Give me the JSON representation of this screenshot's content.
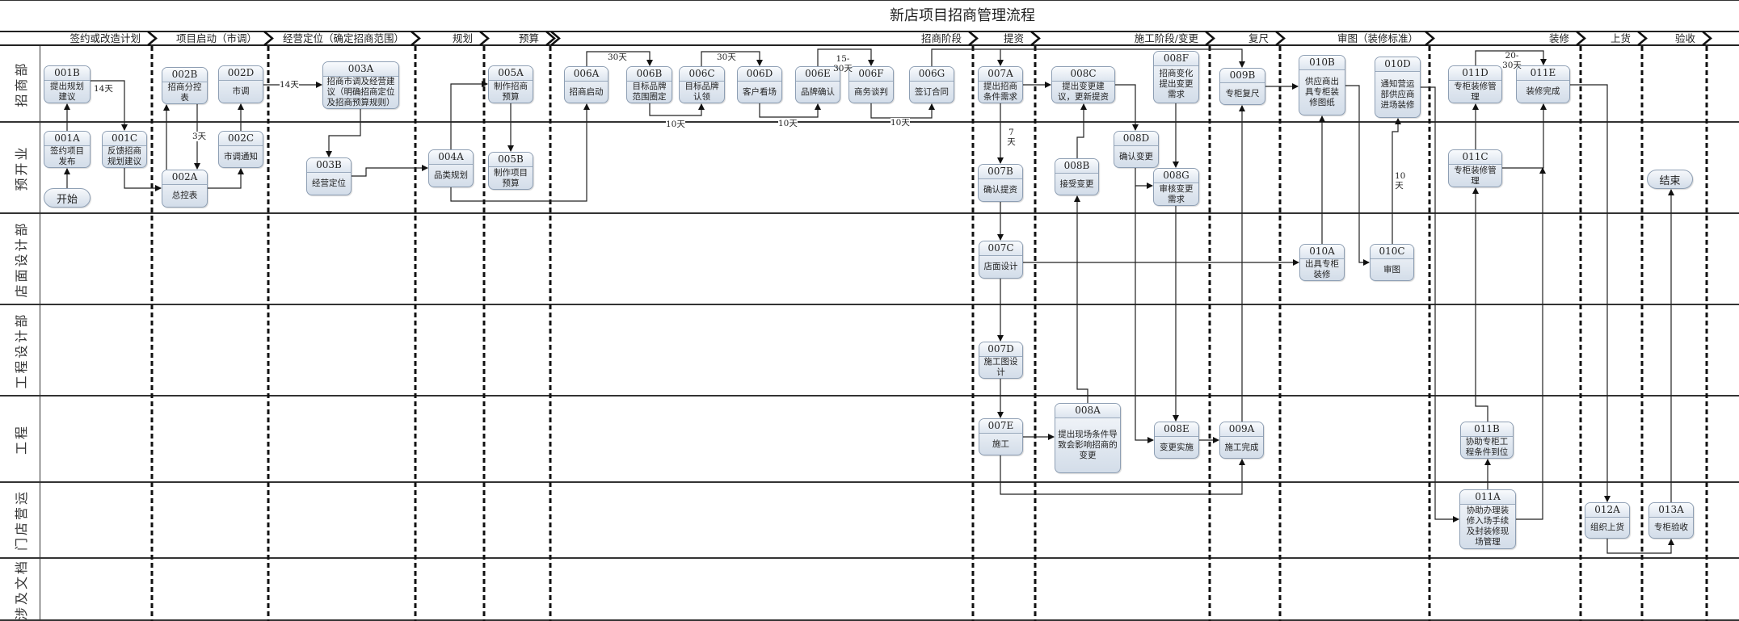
{
  "title": "新店项目招商管理流程",
  "phases": [
    "签约或改造计划",
    "项目启动（市调）",
    "经营定位（确定招商范围）",
    "规划",
    "预算",
    "招商阶段",
    "提资",
    "施工阶段/变更",
    "复尺",
    "审图（装修标准）",
    "装修",
    "上货",
    "验收"
  ],
  "lanes": [
    "招商部",
    "预开业",
    "店面设计部",
    "工程设计部",
    "工程",
    "门店营运",
    "涉及文档"
  ],
  "nodes": [
    {
      "id": "001B",
      "text": "提出规划建议"
    },
    {
      "id": "001A",
      "text": "签约项目发布"
    },
    {
      "id": "",
      "text": "开始",
      "key": "start"
    },
    {
      "id": "001C",
      "text": "反馈招商规划建议"
    },
    {
      "id": "002B",
      "text": "招商分控表"
    },
    {
      "id": "002D",
      "text": "市调"
    },
    {
      "id": "002A",
      "text": "总控表"
    },
    {
      "id": "002C",
      "text": "市调通知"
    },
    {
      "id": "003A",
      "text": "招商市调及经营建议（明确招商定位及招商预算规则）"
    },
    {
      "id": "003B",
      "text": "经营定位"
    },
    {
      "id": "004A",
      "text": "品类规划"
    },
    {
      "id": "005A",
      "text": "制作招商预算"
    },
    {
      "id": "005B",
      "text": "制作项目预算"
    },
    {
      "id": "006A",
      "text": "招商启动"
    },
    {
      "id": "006B",
      "text": "目标品牌范围圈定"
    },
    {
      "id": "006C",
      "text": "目标品牌认领"
    },
    {
      "id": "006D",
      "text": "客户看场"
    },
    {
      "id": "006E",
      "text": "品牌确认"
    },
    {
      "id": "006F",
      "text": "商务谈判"
    },
    {
      "id": "006G",
      "text": "签订合同"
    },
    {
      "id": "007A",
      "text": "提出招商条件需求"
    },
    {
      "id": "007B",
      "text": "确认提资"
    },
    {
      "id": "007C",
      "text": "店面设计"
    },
    {
      "id": "007D",
      "text": "施工图设计"
    },
    {
      "id": "007E",
      "text": "施工"
    },
    {
      "id": "008A",
      "text": "提出现场条件导致会影响招商的变更"
    },
    {
      "id": "008B",
      "text": "接受变更"
    },
    {
      "id": "008C",
      "text": "提出变更建议，更新提资"
    },
    {
      "id": "008D",
      "text": "确认变更"
    },
    {
      "id": "008E",
      "text": "变更实施"
    },
    {
      "id": "008F",
      "text": "招商变化提出变更需求"
    },
    {
      "id": "008G",
      "text": "审核变更需求"
    },
    {
      "id": "009A",
      "text": "施工完成"
    },
    {
      "id": "009B",
      "text": "专柜复尺"
    },
    {
      "id": "010A",
      "text": "出具专柜装修"
    },
    {
      "id": "010B",
      "text": "供应商出具专柜装修图纸"
    },
    {
      "id": "010C",
      "text": "审图"
    },
    {
      "id": "010D",
      "text": "通知营运部供应商进场装修"
    },
    {
      "id": "011A",
      "text": "协助办理装修入场手续及封装修现场管理"
    },
    {
      "id": "011B",
      "text": "协助专柜工程条件到位"
    },
    {
      "id": "011C",
      "text": "专柜装修管理"
    },
    {
      "id": "011D",
      "text": "专柜装修管理"
    },
    {
      "id": "011E",
      "text": "装修完成"
    },
    {
      "id": "012A",
      "text": "组织上货"
    },
    {
      "id": "013A",
      "text": "专柜验收"
    },
    {
      "id": "",
      "text": "结束",
      "key": "end"
    }
  ],
  "edge_labels": [
    "14天",
    "3天",
    "14天",
    "30天",
    "10天",
    "30天",
    "10天",
    "15-30天",
    "10天",
    "7天",
    "10天",
    "20-30天"
  ],
  "colors": {
    "node_fill": "#d3dde9",
    "node_border": "#8e9fb4",
    "line": "#222222"
  }
}
